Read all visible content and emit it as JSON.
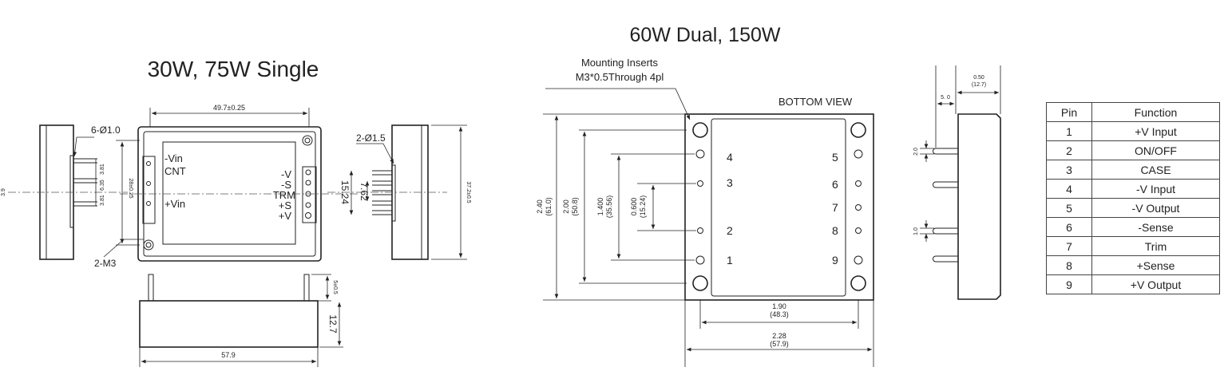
{
  "left_drawing": {
    "title": "30W, 75W Single",
    "top_view": {
      "width_dim": "49.7±0.25",
      "height_dim": "28±0.25",
      "labels": [
        "-Vin",
        "CNT",
        "+Vin",
        "-V",
        "-S",
        "TRM",
        "+S",
        "+V"
      ],
      "hole_callout": "6-Ø1.0",
      "mount_callout": "2-M3",
      "pin_pitch_1": "3.81",
      "pin_pitch_2": "6.35",
      "pin_pitch_3": "3.81",
      "left_marker": "3.9",
      "center_dim_vertical": "15.24",
      "inner_dim_vertical": "7.62"
    },
    "right_view": {
      "pin_callout": "2-Ø1.5",
      "height_dim": "37.2±0.5"
    },
    "side_view": {
      "width_dim": "57.9",
      "height_dim": "12.7",
      "pin_len": "5±0.5"
    }
  },
  "right_drawing": {
    "title": "60W Dual, 150W",
    "callout_line1": "Mounting Inserts",
    "callout_line2": "M3*0.5Through 4pl",
    "view_label": "BOTTOM VIEW",
    "pin_numbers": [
      "4",
      "3",
      "2",
      "1",
      "5",
      "6",
      "7",
      "8",
      "9"
    ],
    "dims": {
      "h_outer": "2.40",
      "h_outer_mm": "(61.0)",
      "h_2": "2.00",
      "h_2_mm": "(50.8)",
      "h_3": "1.400",
      "h_3_mm": "(35.56)",
      "h_4": "0.600",
      "h_4_mm": "(15.24)",
      "w_inner": "1.90",
      "w_inner_mm": "(48.3)",
      "w_outer": "2.28",
      "w_outer_mm": "(57.9)"
    },
    "side_dims": {
      "pin_offset": "5. 0",
      "height": "0.50",
      "height_mm": "(12.7)",
      "small_1": "2.0",
      "small_2": "1.0"
    }
  },
  "pin_table": {
    "headers": [
      "Pin",
      "Function"
    ],
    "rows": [
      [
        "1",
        "+V Input"
      ],
      [
        "2",
        "ON/OFF"
      ],
      [
        "3",
        "CASE"
      ],
      [
        "4",
        "-V Input"
      ],
      [
        "5",
        "-V Output"
      ],
      [
        "6",
        "-Sense"
      ],
      [
        "7",
        "Trim"
      ],
      [
        "8",
        "+Sense"
      ],
      [
        "9",
        "+V Output"
      ]
    ]
  }
}
